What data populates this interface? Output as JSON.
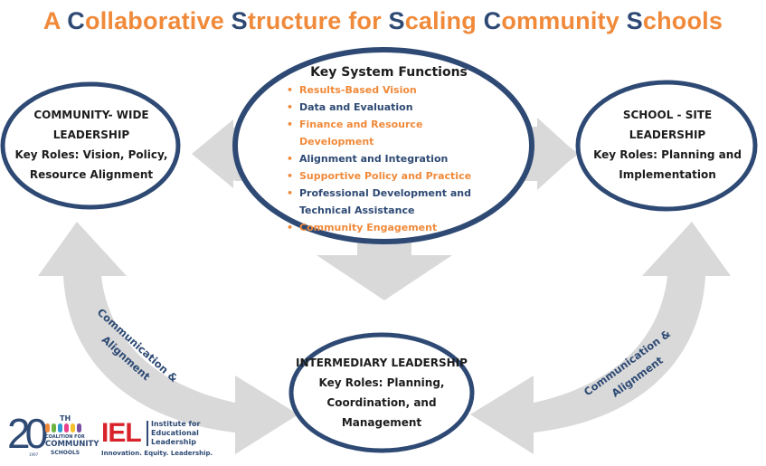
{
  "title_parts": [
    {
      "t": "A ",
      "c": false
    },
    {
      "t": "C",
      "c": true
    },
    {
      "t": "ollaborative ",
      "c": false
    },
    {
      "t": "S",
      "c": true
    },
    {
      "t": "tructure for ",
      "c": false
    },
    {
      "t": "S",
      "c": true
    },
    {
      "t": "caling ",
      "c": false
    },
    {
      "t": "C",
      "c": true
    },
    {
      "t": "ommunity ",
      "c": false
    },
    {
      "t": "S",
      "c": true
    },
    {
      "t": "chools",
      "c": false
    }
  ],
  "key_functions": {
    "title": "Key System Functions",
    "items": [
      {
        "text": "Results-Based Vision",
        "color": "orange"
      },
      {
        "text": "Data and Evaluation",
        "color": "navy"
      },
      {
        "text": "Finance and Resource Development",
        "color": "orange"
      },
      {
        "text": "Alignment and Integration",
        "color": "navy"
      },
      {
        "text": "Supportive Policy and Practice",
        "color": "orange"
      },
      {
        "text": "Professional Development and Technical Assistance",
        "color": "navy"
      },
      {
        "text": "Community Engagement",
        "color": "orange"
      }
    ]
  },
  "community": {
    "line1": "COMMUNITY- WIDE",
    "line2": "LEADERSHIP",
    "line3": "Key Roles: Vision, Policy,",
    "line4": "Resource Alignment"
  },
  "school": {
    "line1": "SCHOOL - SITE",
    "line2": "LEADERSHIP",
    "line3": "Key Roles: Planning and",
    "line4": "Implementation"
  },
  "intermediary": {
    "line1": "INTERMEDIARY LEADERSHIP",
    "line2": "Key Roles: Planning,",
    "line3": "Coordination, and",
    "line4": "Management"
  },
  "comm_left": {
    "line1": "Communication &",
    "line2": "Alignment"
  },
  "comm_right": {
    "line1": "Communication &",
    "line2": "Alignment"
  },
  "logo_coalition": {
    "number": "20",
    "superscript": "TH",
    "line1": "COALITION FOR",
    "line2": "COMMUNITY",
    "line3": "SCHOOLS",
    "years": "1997"
  },
  "logo_iel": {
    "mark": "IEL",
    "line1": "Institute for",
    "line2": "Educational",
    "line3": "Leadership",
    "tagline": "Innovation. Equity. Leadership."
  },
  "colors": {
    "navy": "#2e4a74",
    "orange": "#f08a3a",
    "arrow_gray": "#d9d9d9"
  }
}
